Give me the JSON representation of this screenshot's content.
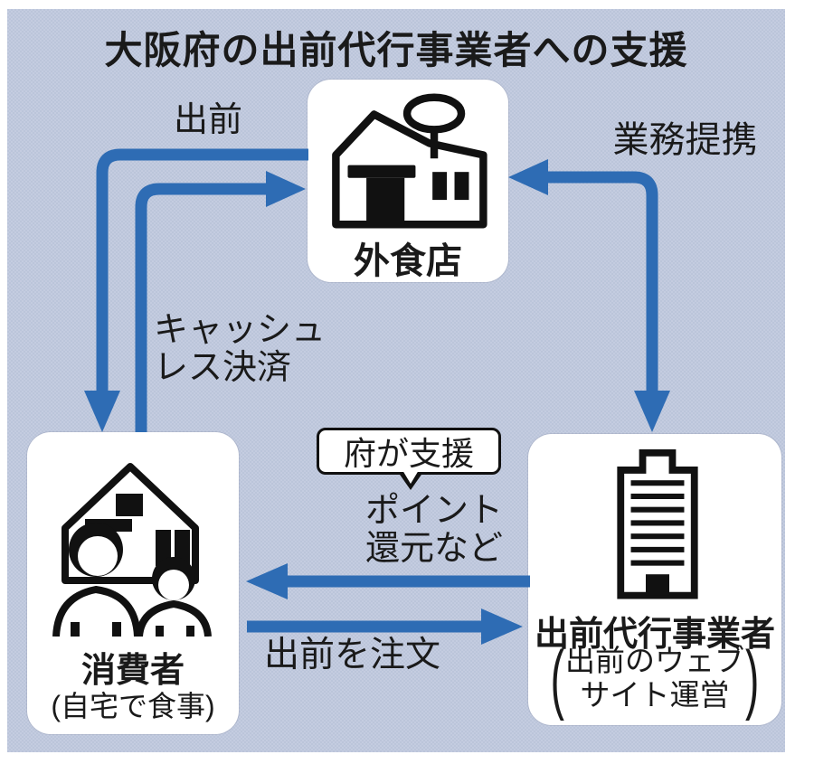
{
  "title": "大阪府の出前代行事業者への支援",
  "colors": {
    "background": "#c4cce0",
    "background_checker": "#bbc5da",
    "node_box": "#ffffff",
    "arrow": "#2e6cb4",
    "text": "#1a1a1a"
  },
  "nodes": {
    "restaurant": {
      "label": "外食店",
      "icon": "storefront-icon"
    },
    "consumer": {
      "label": "消費者",
      "sublabel": "(自宅で食事)",
      "icon": "house-family-icon"
    },
    "agency": {
      "label": "出前代行事業者",
      "paren_open": "(",
      "paren_close": ")",
      "sublabel_line1": "出前のウェブ",
      "sublabel_line2": "サイト運営",
      "icon": "office-building-icon"
    }
  },
  "edges": {
    "demae": {
      "label": "出前",
      "from": "restaurant",
      "to": "consumer"
    },
    "cashless": {
      "label_line1": "キャッシュ",
      "label_line2": "レス決済",
      "from": "consumer",
      "to": "restaurant"
    },
    "partnership": {
      "label": "業務提携",
      "between": [
        "agency",
        "restaurant"
      ]
    },
    "points": {
      "label_line1": "ポイント",
      "label_line2": "還元など",
      "from": "agency",
      "to": "consumer"
    },
    "order": {
      "label": "出前を注文",
      "from": "consumer",
      "to": "agency"
    }
  },
  "callout": {
    "label": "府が支援",
    "points_to": "points"
  }
}
